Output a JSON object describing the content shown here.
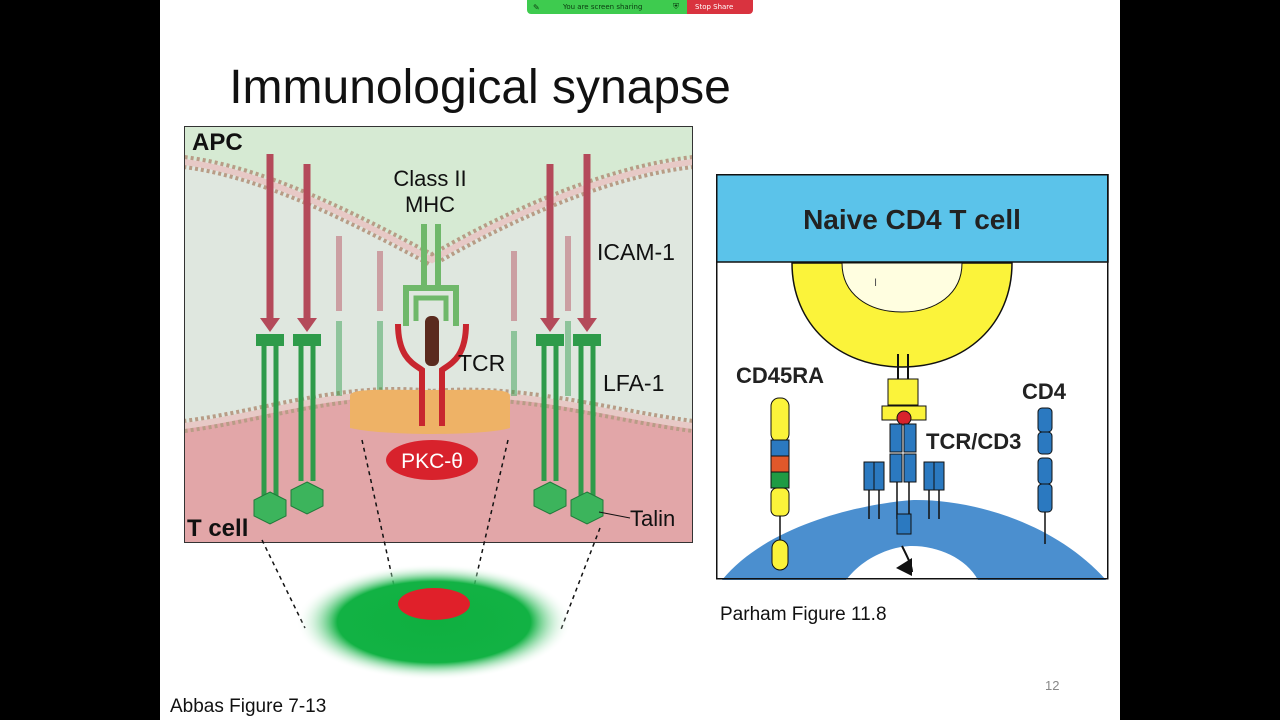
{
  "screen_share": {
    "status_text": "You are screen sharing",
    "stop_label": "Stop Share",
    "colors": {
      "bar": "#3ecb4f",
      "stop": "#d9333f"
    }
  },
  "slide": {
    "title": "Immunological synapse",
    "page_number": "12"
  },
  "left_figure": {
    "label_apc": "APC",
    "label_mhc_line1": "Class II",
    "label_mhc_line2": "MHC",
    "label_icam": "ICAM-1",
    "label_tcr": "TCR",
    "label_lfa": "LFA-1",
    "label_pkc": "PKC-θ",
    "label_tcell": "T cell",
    "label_talin": "Talin",
    "caption": "Abbas Figure 7-13"
  },
  "right_figure": {
    "header": "Naive CD4 T cell",
    "label_cd45ra": "CD45RA",
    "label_cd4": "CD4",
    "label_tcr_cd3": "TCR/CD3",
    "caption": "Parham Figure 11.8"
  }
}
